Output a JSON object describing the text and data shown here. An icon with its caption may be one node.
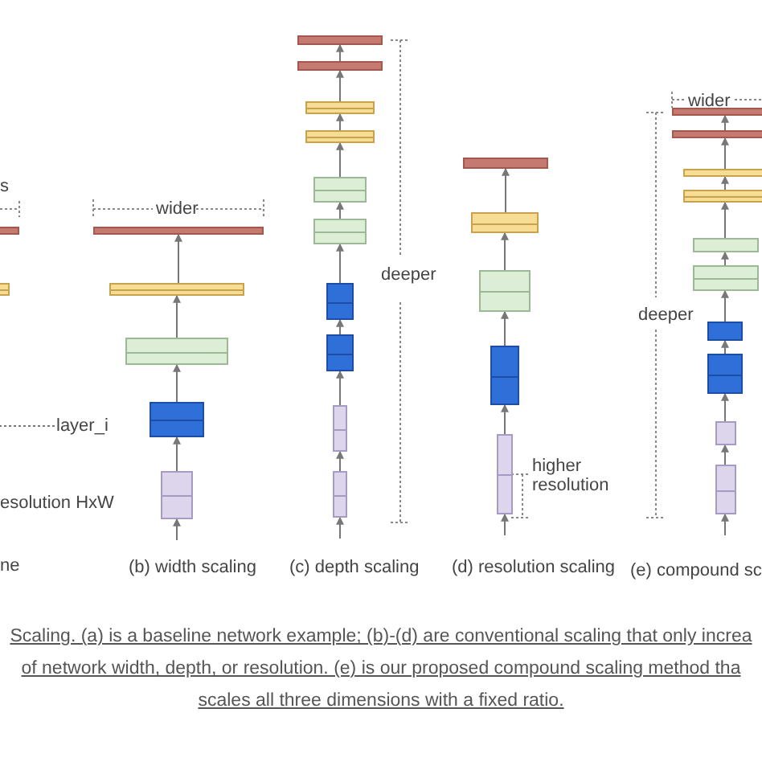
{
  "diagram": {
    "caption": "Scaling. (a) is a baseline network example; (b)-(d) are conventional scaling that only increa of network width, depth, or resolution. (e) is our proposed compound scaling method tha scales all three dimensions with a fixed ratio.",
    "nodes": [
      {
        "text": [],
        "shape": "box"
      },
      {
        "text": [],
        "shape": "box"
      },
      {
        "text": [],
        "shape": "box"
      },
      {
        "text": [],
        "shape": "box"
      },
      {
        "text": [],
        "shape": "box"
      },
      {
        "text": [],
        "shape": "box"
      },
      {
        "text": [],
        "shape": "box"
      },
      {
        "text": [],
        "shape": "box"
      },
      {
        "text": [],
        "shape": "box"
      },
      {
        "text": [],
        "shape": "box"
      },
      {
        "text": [],
        "shape": "box"
      },
      {
        "text": [],
        "shape": "box"
      },
      {
        "text": [],
        "shape": "box"
      },
      {
        "text": [],
        "shape": "box"
      },
      {
        "text": [],
        "shape": "box"
      },
      {
        "text": [],
        "shape": "box"
      },
      {
        "text": [],
        "shape": "box"
      },
      {
        "text": [],
        "shape": "box"
      },
      {
        "text": [],
        "shape": "box"
      },
      {
        "text": [],
        "shape": "box"
      },
      {
        "text": [],
        "shape": "box"
      },
      {
        "text": [],
        "shape": "box"
      },
      {
        "text": [],
        "shape": "box"
      },
      {
        "text": [],
        "shape": "box"
      },
      {
        "text": [],
        "shape": "box"
      },
      {
        "text": [],
        "shape": "box"
      },
      {
        "text": [],
        "shape": "box"
      },
      {
        "text": [],
        "shape": "box"
      },
      {
        "text": [],
        "shape": "box"
      },
      {
        "text": [],
        "shape": "box"
      },
      {
        "text": [],
        "shape": "box"
      },
      {
        "text": [],
        "shape": "box"
      },
      {
        "text": [
          "layer_i"
        ]
      }
    ],
    "edges": [
      {
        "from": null,
        "to": 6,
        "arrow": "to"
      },
      {
        "from": 6,
        "to": 5,
        "arrow": "to"
      },
      {
        "from": 5,
        "to": 4,
        "arrow": "to"
      },
      {
        "from": 4,
        "to": 3,
        "arrow": "to"
      },
      {
        "from": 3,
        "to": 2,
        "arrow": "to"
      },
      {
        "from": null,
        "to": 16,
        "arrow": "to"
      },
      {
        "from": 16,
        "to": 15,
        "arrow": "to"
      },
      {
        "from": 15,
        "to": 14,
        "arrow": "to"
      },
      {
        "from": 14,
        "to": 13,
        "arrow": "to"
      },
      {
        "from": 13,
        "to": 12,
        "arrow": "to"
      },
      {
        "from": 12,
        "to": 11,
        "arrow": "to"
      },
      {
        "from": 11,
        "to": 10,
        "arrow": "to"
      },
      {
        "from": 10,
        "to": 9,
        "arrow": "to"
      },
      {
        "from": 9,
        "to": 8,
        "arrow": "to"
      },
      {
        "from": 8,
        "to": 7,
        "arrow": "to"
      },
      {
        "from": null,
        "to": 21,
        "arrow": "to"
      },
      {
        "from": 21,
        "to": 20,
        "arrow": "to"
      },
      {
        "from": 20,
        "to": 19,
        "arrow": "to"
      },
      {
        "from": 19,
        "to": 18,
        "arrow": "to"
      },
      {
        "from": 18,
        "to": 17,
        "arrow": "to"
      },
      {
        "from": null,
        "to": 31,
        "arrow": "to"
      },
      {
        "from": 31,
        "to": 30,
        "arrow": "to"
      },
      {
        "from": 30,
        "to": 29,
        "arrow": "to"
      },
      {
        "from": 29,
        "to": 28,
        "arrow": "to"
      },
      {
        "from": 28,
        "to": 27,
        "arrow": "to"
      },
      {
        "from": 27,
        "to": 26,
        "arrow": "to"
      },
      {
        "from": 26,
        "to": 25,
        "arrow": "to"
      },
      {
        "from": 25,
        "to": 24,
        "arrow": "to"
      },
      {
        "from": 24,
        "to": 23,
        "arrow": "to"
      },
      {
        "from": 23,
        "to": 22,
        "arrow": "to"
      },
      {
        "from": 32,
        "to": null,
        "arrow": "none",
        "style": "dashed"
      }
    ],
    "labels": [
      "s",
      "wider",
      "esolution HxW",
      "ne",
      "(b) width scaling",
      "deeper",
      "(c) depth scaling",
      "higher resolution",
      "(d) resolution scaling",
      "wider",
      "deeper",
      "(e) compound sc"
    ]
  }
}
